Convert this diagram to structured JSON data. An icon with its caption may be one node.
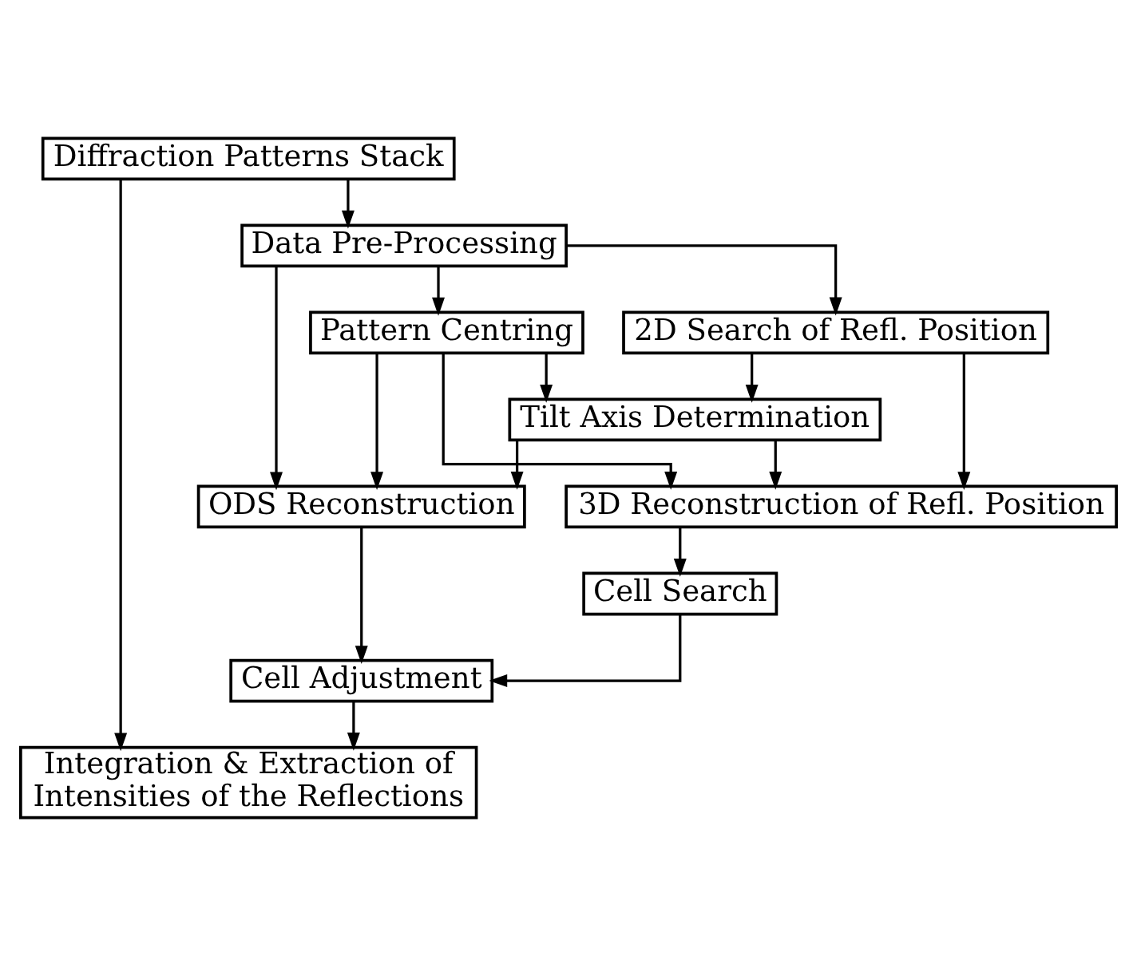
{
  "diagram": {
    "nodes": [
      {
        "text": [
          "Diffraction Patterns Stack"
        ]
      },
      {
        "text": [
          "Data Pre-Processing"
        ]
      },
      {
        "text": [
          "Pattern Centring"
        ]
      },
      {
        "text": [
          "2D Search of Refl. Position"
        ]
      },
      {
        "text": [
          "Tilt Axis Determination"
        ]
      },
      {
        "text": [
          "3D Reconstruction of Refl. Position"
        ]
      },
      {
        "text": [
          "ODS Reconstruction"
        ]
      },
      {
        "text": [
          "Cell Search"
        ]
      },
      {
        "text": [
          "Cell Adjustment"
        ]
      },
      {
        "text": [
          "Integration & Extraction of Intensities of the Reflections"
        ]
      }
    ],
    "edges": [
      {
        "from": 0,
        "to": 1,
        "arrow": "to"
      },
      {
        "from": 0,
        "to": 9,
        "arrow": "to"
      },
      {
        "from": 1,
        "to": 2,
        "arrow": "to"
      },
      {
        "from": 1,
        "to": 3,
        "arrow": "to"
      },
      {
        "from": 1,
        "to": 6,
        "arrow": "to"
      },
      {
        "from": 2,
        "to": 4,
        "arrow": "to"
      },
      {
        "from": 3,
        "to": 4,
        "arrow": "to"
      },
      {
        "from": 2,
        "to": 5,
        "arrow": "to"
      },
      {
        "from": 4,
        "to": 5,
        "arrow": "to"
      },
      {
        "from": 3,
        "to": 5,
        "arrow": "to"
      },
      {
        "from": 2,
        "to": 6,
        "arrow": "to"
      },
      {
        "from": 4,
        "to": 6,
        "arrow": "to"
      },
      {
        "from": 5,
        "to": 7,
        "arrow": "to"
      },
      {
        "from": 6,
        "to": 8,
        "arrow": "to"
      },
      {
        "from": 7,
        "to": 8,
        "arrow": "to"
      },
      {
        "from": 8,
        "to": 9,
        "arrow": "to"
      }
    ]
  }
}
